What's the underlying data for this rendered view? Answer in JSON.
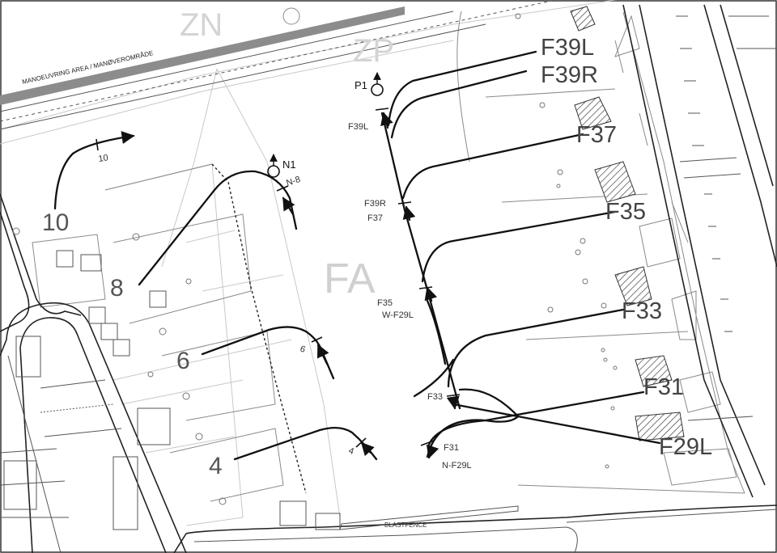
{
  "zone_labels": {
    "zn": "ZN",
    "zp": "ZP",
    "fa": "FA"
  },
  "area_banner": "MANOEUVRING AREA / MANØVEROMRÅDE",
  "fence_label": "BLASTFENCE",
  "points": {
    "p1": "P1",
    "n1": "N1"
  },
  "stands_left": {
    "s10": "10",
    "s8": "8",
    "s6": "6",
    "s4": "4"
  },
  "stands_right": {
    "f39l": "F39L",
    "f39r": "F39R",
    "f37": "F37",
    "f35": "F35",
    "f33": "F33",
    "f31": "F31",
    "f29l": "F29L"
  },
  "small_labels": {
    "l10": "10",
    "n8": "N-8",
    "l6": "6",
    "l4": "4",
    "f39l": "F39L",
    "f39r": "F39R",
    "f37": "F37",
    "f35": "F35",
    "wf29l": "W-F29L",
    "f33": "F33",
    "f31": "F31",
    "nf29l": "N-F29L"
  },
  "colors": {
    "route": "#111111",
    "banner": "#8c8c8c",
    "zone_text": "#d0d0d0"
  }
}
